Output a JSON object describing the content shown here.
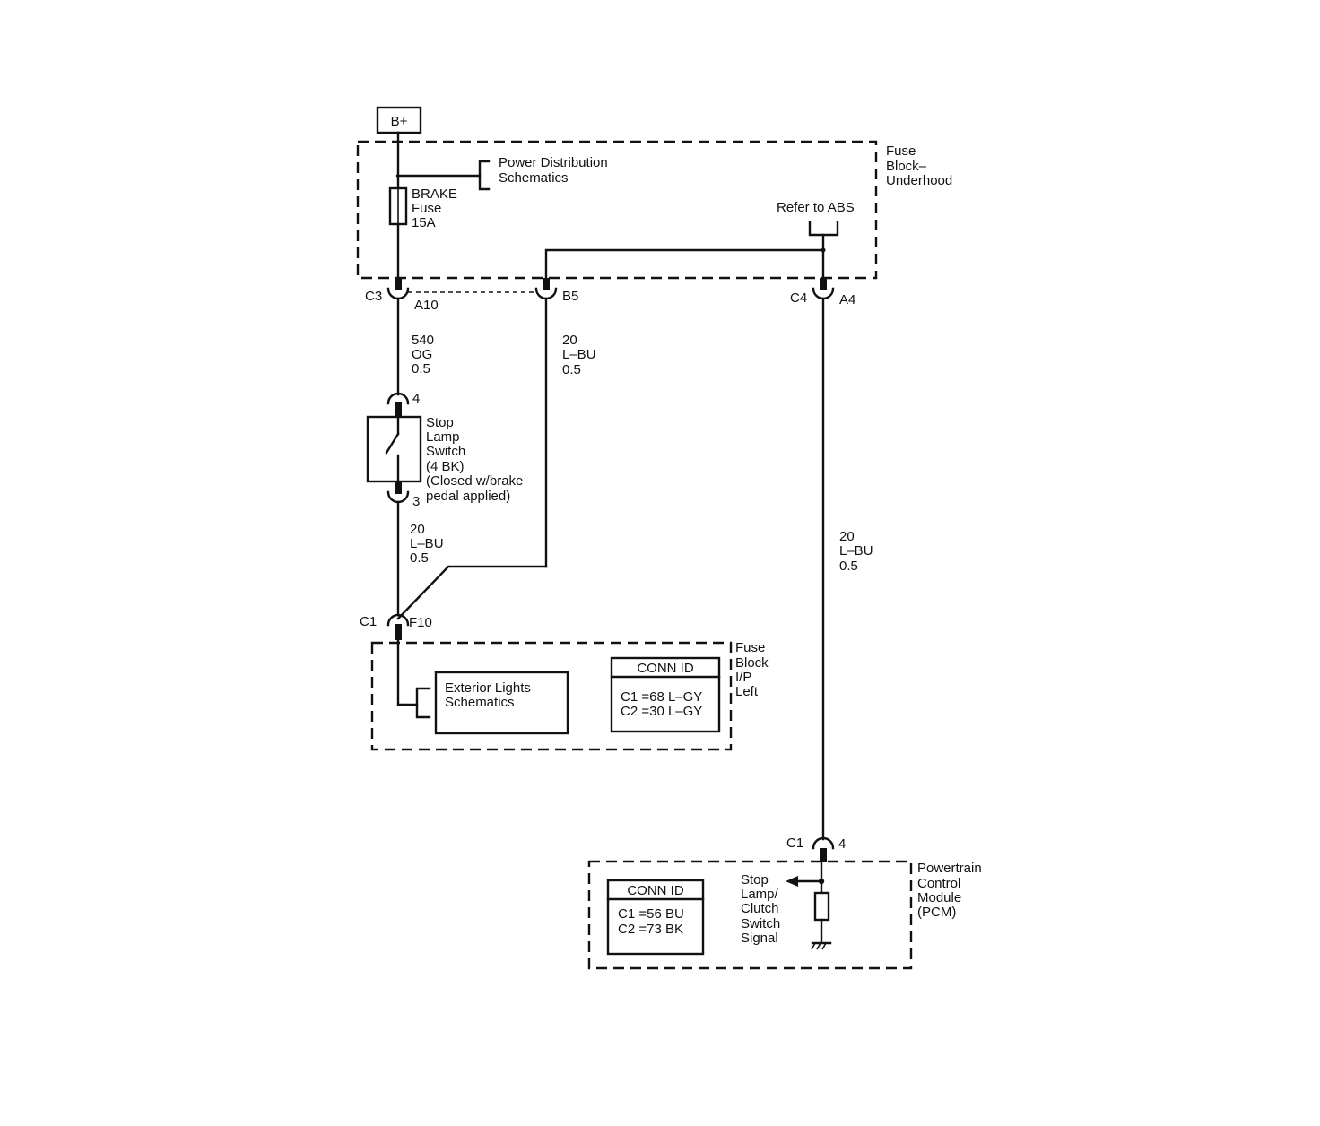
{
  "source": {
    "label": "B+"
  },
  "fuse_block_underhood": {
    "label": [
      "Fuse",
      "Block–",
      "Underhood"
    ],
    "power_distribution": [
      "Power Distribution",
      "Schematics"
    ],
    "fuse": [
      "BRAKE",
      "Fuse",
      "15A"
    ],
    "refer_to_abs": "Refer to ABS"
  },
  "connectors": {
    "c3": "C3",
    "a10": "A10",
    "b5": "B5",
    "c4": "C4",
    "a4": "A4",
    "c1_ip": "C1",
    "f10": "F10",
    "pin4": "4",
    "pin3": "3",
    "c1_pcm": "C1",
    "pcm_pin4": "4"
  },
  "wires": {
    "w540": [
      "540",
      "OG",
      "0.5"
    ],
    "w20_b5": [
      "20",
      "L–BU",
      "0.5"
    ],
    "w20_switch": [
      "20",
      "L–BU",
      "0.5"
    ],
    "w20_pcm": [
      "20",
      "L–BU",
      "0.5"
    ]
  },
  "stop_lamp_switch": [
    "Stop",
    "Lamp",
    "Switch",
    "(4 BK)",
    "(Closed w/brake",
    "pedal applied)"
  ],
  "fuse_block_ip": {
    "label": [
      "Fuse",
      "Block",
      "I/P",
      "Left"
    ],
    "exterior_lights": [
      "Exterior Lights",
      "Schematics"
    ],
    "conn_id": {
      "title": "CONN ID",
      "rows": [
        "C1 =68 L–GY",
        "C2 =30 L–GY"
      ]
    }
  },
  "pcm": {
    "label": [
      "Powertrain",
      "Control",
      "Module",
      "(PCM)"
    ],
    "signal": [
      "Stop",
      "Lamp/",
      "Clutch",
      "Switch",
      "Signal"
    ],
    "conn_id": {
      "title": "CONN ID",
      "rows": [
        "C1 =56 BU",
        "C2 =73 BK"
      ]
    }
  }
}
